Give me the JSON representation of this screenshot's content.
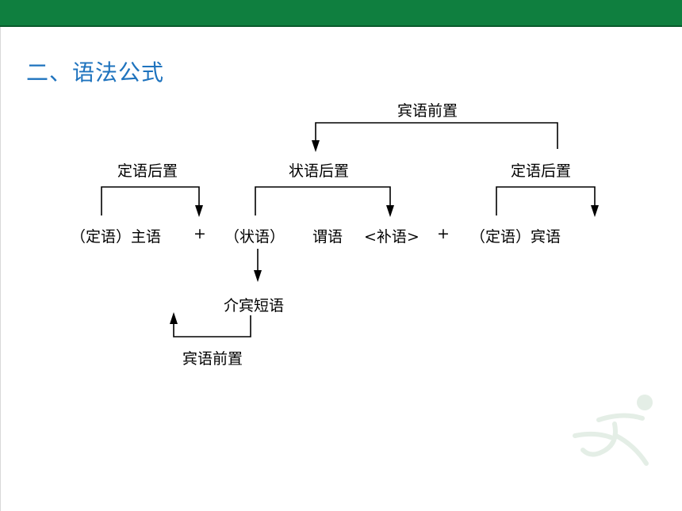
{
  "slide": {
    "title": "二、语法公式"
  },
  "labels": {
    "top_bracket": "宾语前置",
    "left_bracket": "定语后置",
    "middle_bracket": "状语后置",
    "right_bracket": "定语后置",
    "formula_attr_subject": "（定语）主语",
    "plus_1": "+",
    "adverbial": "（状语）",
    "predicate": "谓语",
    "complement": "<补语>",
    "plus_2": "+",
    "attr_object": "（定语）宾语",
    "prep_phrase": "介宾短语",
    "bottom_bracket": "宾语前置"
  }
}
